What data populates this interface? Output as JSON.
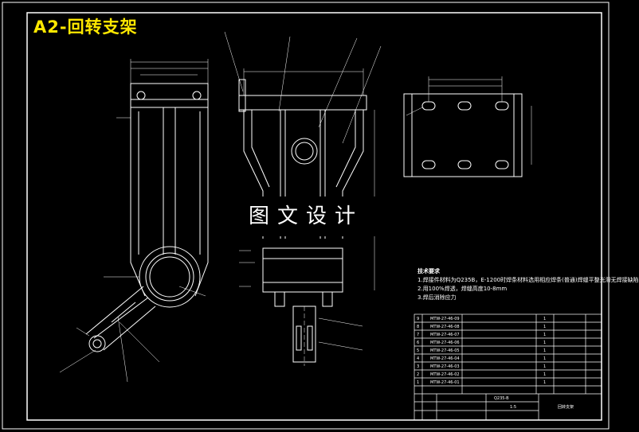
{
  "drawing": {
    "title": "A2-回转支架",
    "watermark": "图文设计"
  },
  "notes": {
    "heading": "技术要求",
    "lines": [
      "1.焊接件材料为Q235B，E-1200时焊条材料选用相应焊条(普通)焊缝平整光滑无焊接缺陷",
      "2.用100%焊透，焊缝高度10-8mm",
      "3.焊后消除应力"
    ]
  },
  "parts_table": {
    "rows": [
      {
        "no": "9",
        "code": "MTW-27-46-09",
        "qty": "1"
      },
      {
        "no": "8",
        "code": "MTW-27-46-08",
        "qty": "1"
      },
      {
        "no": "7",
        "code": "MTW-27-46-07",
        "qty": "1"
      },
      {
        "no": "6",
        "code": "MTW-27-46-06",
        "qty": "1"
      },
      {
        "no": "5",
        "code": "MTW-27-46-05",
        "qty": "1"
      },
      {
        "no": "4",
        "code": "MTW-27-46-04",
        "qty": "1"
      },
      {
        "no": "3",
        "code": "MTW-27-46-03",
        "qty": "1"
      },
      {
        "no": "2",
        "code": "MTW-27-46-02",
        "qty": "1"
      },
      {
        "no": "1",
        "code": "MTW-27-46-01",
        "qty": "1"
      }
    ],
    "title_block_drawing_no": "Q235-B",
    "title_block_scale": "1:5",
    "title_block_name": "回转支架"
  }
}
